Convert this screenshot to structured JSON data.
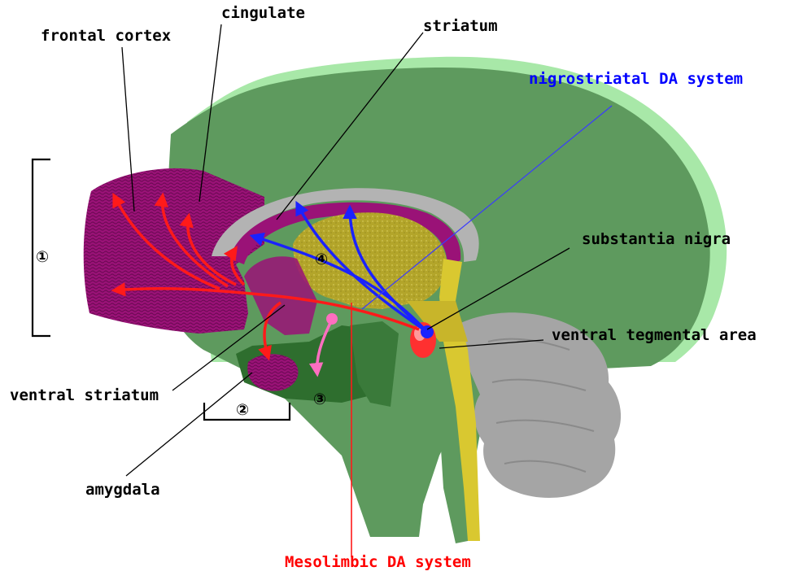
{
  "labels": {
    "frontal_cortex": "frontal cortex",
    "cingulate": "cingulate",
    "striatum": "striatum",
    "nigrostriatal": "nigrostriatal DA system",
    "substantia_nigra": "substantia nigra",
    "ventral_tegmental_area": "ventral tegmental area",
    "ventral_striatum": "ventral striatum",
    "amygdala": "amygdala",
    "mesolimbic": "Mesolimbic DA system"
  },
  "markers": {
    "m1": "①",
    "m2": "②",
    "m3": "③",
    "m4": "④"
  },
  "colors": {
    "nigrostriatal": "#0000ff",
    "mesolimbic": "#ff0000",
    "brain": "#5e9a5e",
    "brain_edge": "#a8e8a8",
    "cortex_purple": "#a0127a",
    "striatum_gold": "#b5a828",
    "cerebellum": "#a5a5a5",
    "dark_green": "#2e6e2e",
    "amygdala_pink": "#ff66b8"
  }
}
